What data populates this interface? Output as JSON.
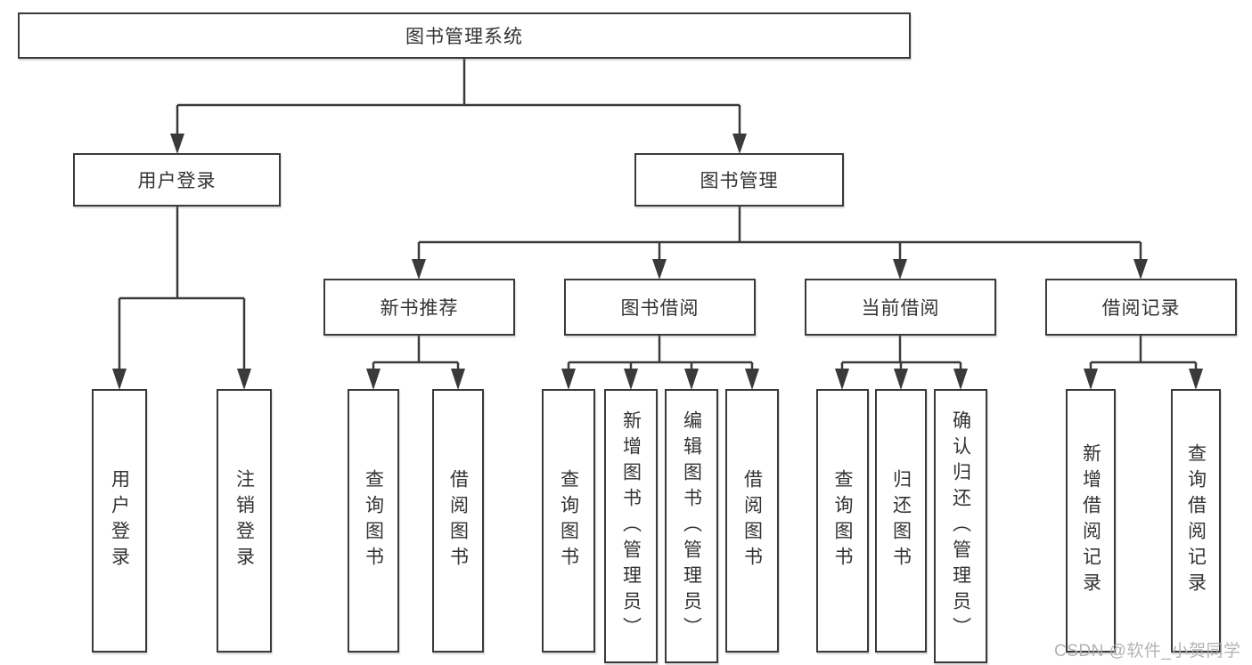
{
  "diagram": {
    "root": "图书管理系统",
    "branches": {
      "user_login": {
        "label": "用户登录",
        "children": [
          "用户登录",
          "注销登录"
        ]
      },
      "book_mgmt": {
        "label": "图书管理",
        "sections": {
          "new_book_rec": {
            "label": "新书推荐",
            "children": [
              "查询图书",
              "借阅图书"
            ]
          },
          "book_borrow": {
            "label": "图书借阅",
            "children": [
              "查询图书",
              "新增图书（管理员）",
              "编辑图书（管理员）",
              "借阅图书"
            ]
          },
          "current_borrow": {
            "label": "当前借阅",
            "children": [
              "查询图书",
              "归还图书",
              "确认归还（管理员）"
            ]
          },
          "borrow_records": {
            "label": "借阅记录",
            "children": [
              "新增借阅记录",
              "查询借阅记录"
            ]
          }
        }
      }
    },
    "line_color": "#3a3a3a",
    "box_background": "#ffffff"
  },
  "watermark": {
    "text": "CSDN @软件_小贺同学"
  }
}
